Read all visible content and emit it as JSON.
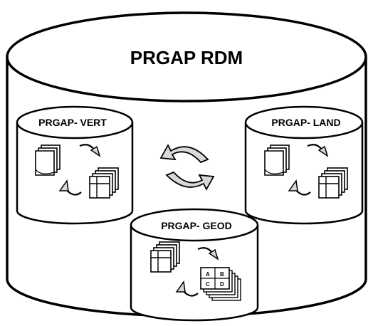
{
  "diagram": {
    "main_title": "PRGAP RDM",
    "databases": [
      {
        "id": "vert",
        "label": "PRGAP- VERT"
      },
      {
        "id": "land",
        "label": "PRGAP- LAND"
      },
      {
        "id": "geod",
        "label": "PRGAP- GEOD"
      }
    ],
    "map_tile_letters": [
      "A",
      "B",
      "C",
      "D"
    ],
    "colors": {
      "line": "#000000",
      "fill": "#ffffff",
      "arrow_fill": "#d8d8d8"
    }
  }
}
